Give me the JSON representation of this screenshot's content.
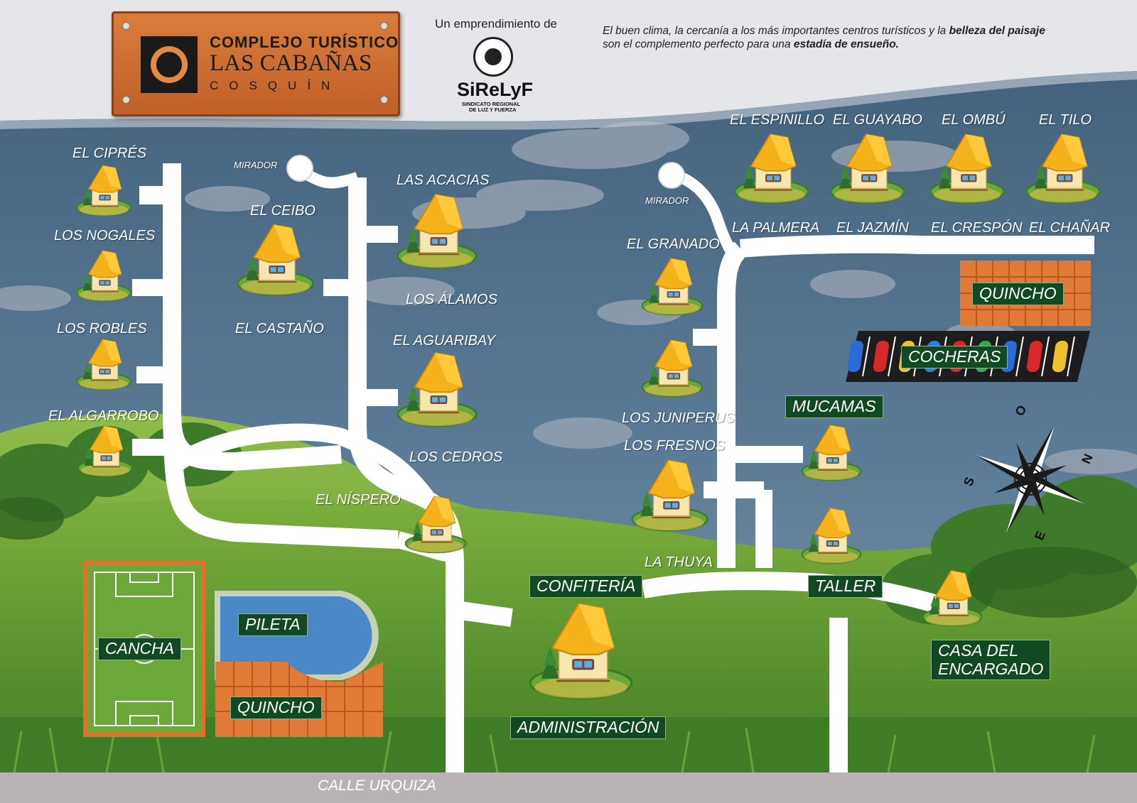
{
  "header": {
    "logo": {
      "line1": "COMPLEJO TURÍSTICO",
      "line2": "LAS CABAÑAS",
      "line3": "COSQUÍN"
    },
    "sponsor": {
      "intro": "Un emprendimiento de",
      "name": "SiReLyF",
      "sub1": "SINDICATO REGIONAL",
      "sub2": "DE LUZ Y FUERZA"
    },
    "tagline": {
      "p1": "El buen clima, la cercanía a los más importantes centros turísticos y la ",
      "b1": "belleza del paisaje",
      "p2": " son el complemento perfecto para una ",
      "b2": "estadía de ensueño."
    }
  },
  "cabins": {
    "el_cipres": "EL CIPRÉS",
    "los_nogales": "LOS NOGALES",
    "los_robles": "LOS ROBLES",
    "el_algarrobo": "EL ALGARROBO",
    "el_ceibo": "EL CEIBO",
    "el_castano": "EL CASTAÑO",
    "las_acacias": "LAS ACACIAS",
    "los_alamos": "LOS ÁLAMOS",
    "el_aguaribay": "EL AGUARIBAY",
    "los_cedros": "LOS CEDROS",
    "el_nispero": "EL NÍSPERO",
    "el_espinillo": "EL ESPINILLO",
    "el_guayabo": "EL GUAYABO",
    "el_ombu": "EL OMBÚ",
    "el_tilo": "EL TILO",
    "la_palmera": "LA PALMERA",
    "el_jazmin": "EL JAZMÍN",
    "el_crespon": "EL CRESPÓN",
    "el_chanar": "EL CHAÑAR",
    "el_granado": "EL GRANADO",
    "los_juniperus": "LOS JUNIPERUS",
    "los_fresnos": "LOS FRESNOS",
    "la_thuya": "LA THUYA"
  },
  "facilities": {
    "mirador": "MIRADOR",
    "quincho": "QUINCHO",
    "cocheras": "COCHERAS",
    "mucamas": "MUCAMAS",
    "taller": "TALLER",
    "casa_encargado_1": "CASA DEL",
    "casa_encargado_2": "ENCARGADO",
    "confiteria": "CONFITERÍA",
    "administracion": "ADMINISTRACIÓN",
    "pileta": "PILETA",
    "cancha": "CANCHA"
  },
  "compass": {
    "north": "N",
    "south": "S",
    "east": "E",
    "west": "O"
  },
  "street": "CALLE URQUIZA",
  "colors": {
    "road": "#ffffff",
    "label_tag": "#0f4a22",
    "roof": "#f5b21a",
    "tile": "#e07a36",
    "pool": "#4a88c8",
    "field": "#6aa83a",
    "sky": "#4a6880"
  }
}
